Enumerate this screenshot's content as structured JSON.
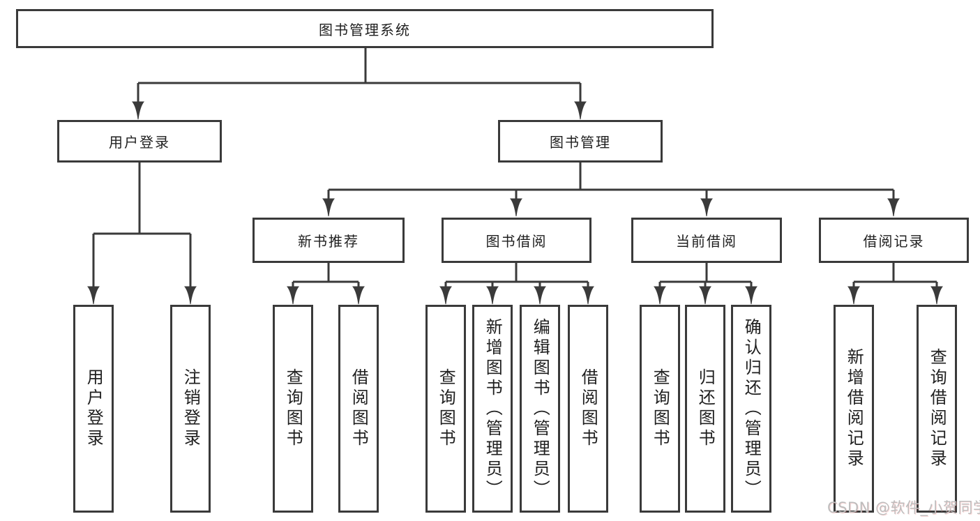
{
  "colors": {
    "line": "#3a3a3a",
    "node_border": "#3a3a3a",
    "node_fill": "#ffffff",
    "text": "#1f1f1f",
    "watermark": "#bdbdbd"
  },
  "tree": {
    "root": "图书管理系统",
    "branches": [
      {
        "label": "用户登录",
        "children": [
          "用户登录",
          "注销登录"
        ]
      },
      {
        "label": "图书管理",
        "groups": [
          {
            "label": "新书推荐",
            "children": [
              "查询图书",
              "借阅图书"
            ]
          },
          {
            "label": "图书借阅",
            "children": [
              "查询图书",
              "新增图书（管理员）",
              "编辑图书（管理员）",
              "借阅图书"
            ]
          },
          {
            "label": "当前借阅",
            "children": [
              "查询图书",
              "归还图书",
              "确认归还（管理员）"
            ]
          },
          {
            "label": "借阅记录",
            "children": [
              "新增借阅记录",
              "查询借阅记录"
            ]
          }
        ]
      }
    ]
  },
  "watermark": "CSDN @软件_小贺同学"
}
